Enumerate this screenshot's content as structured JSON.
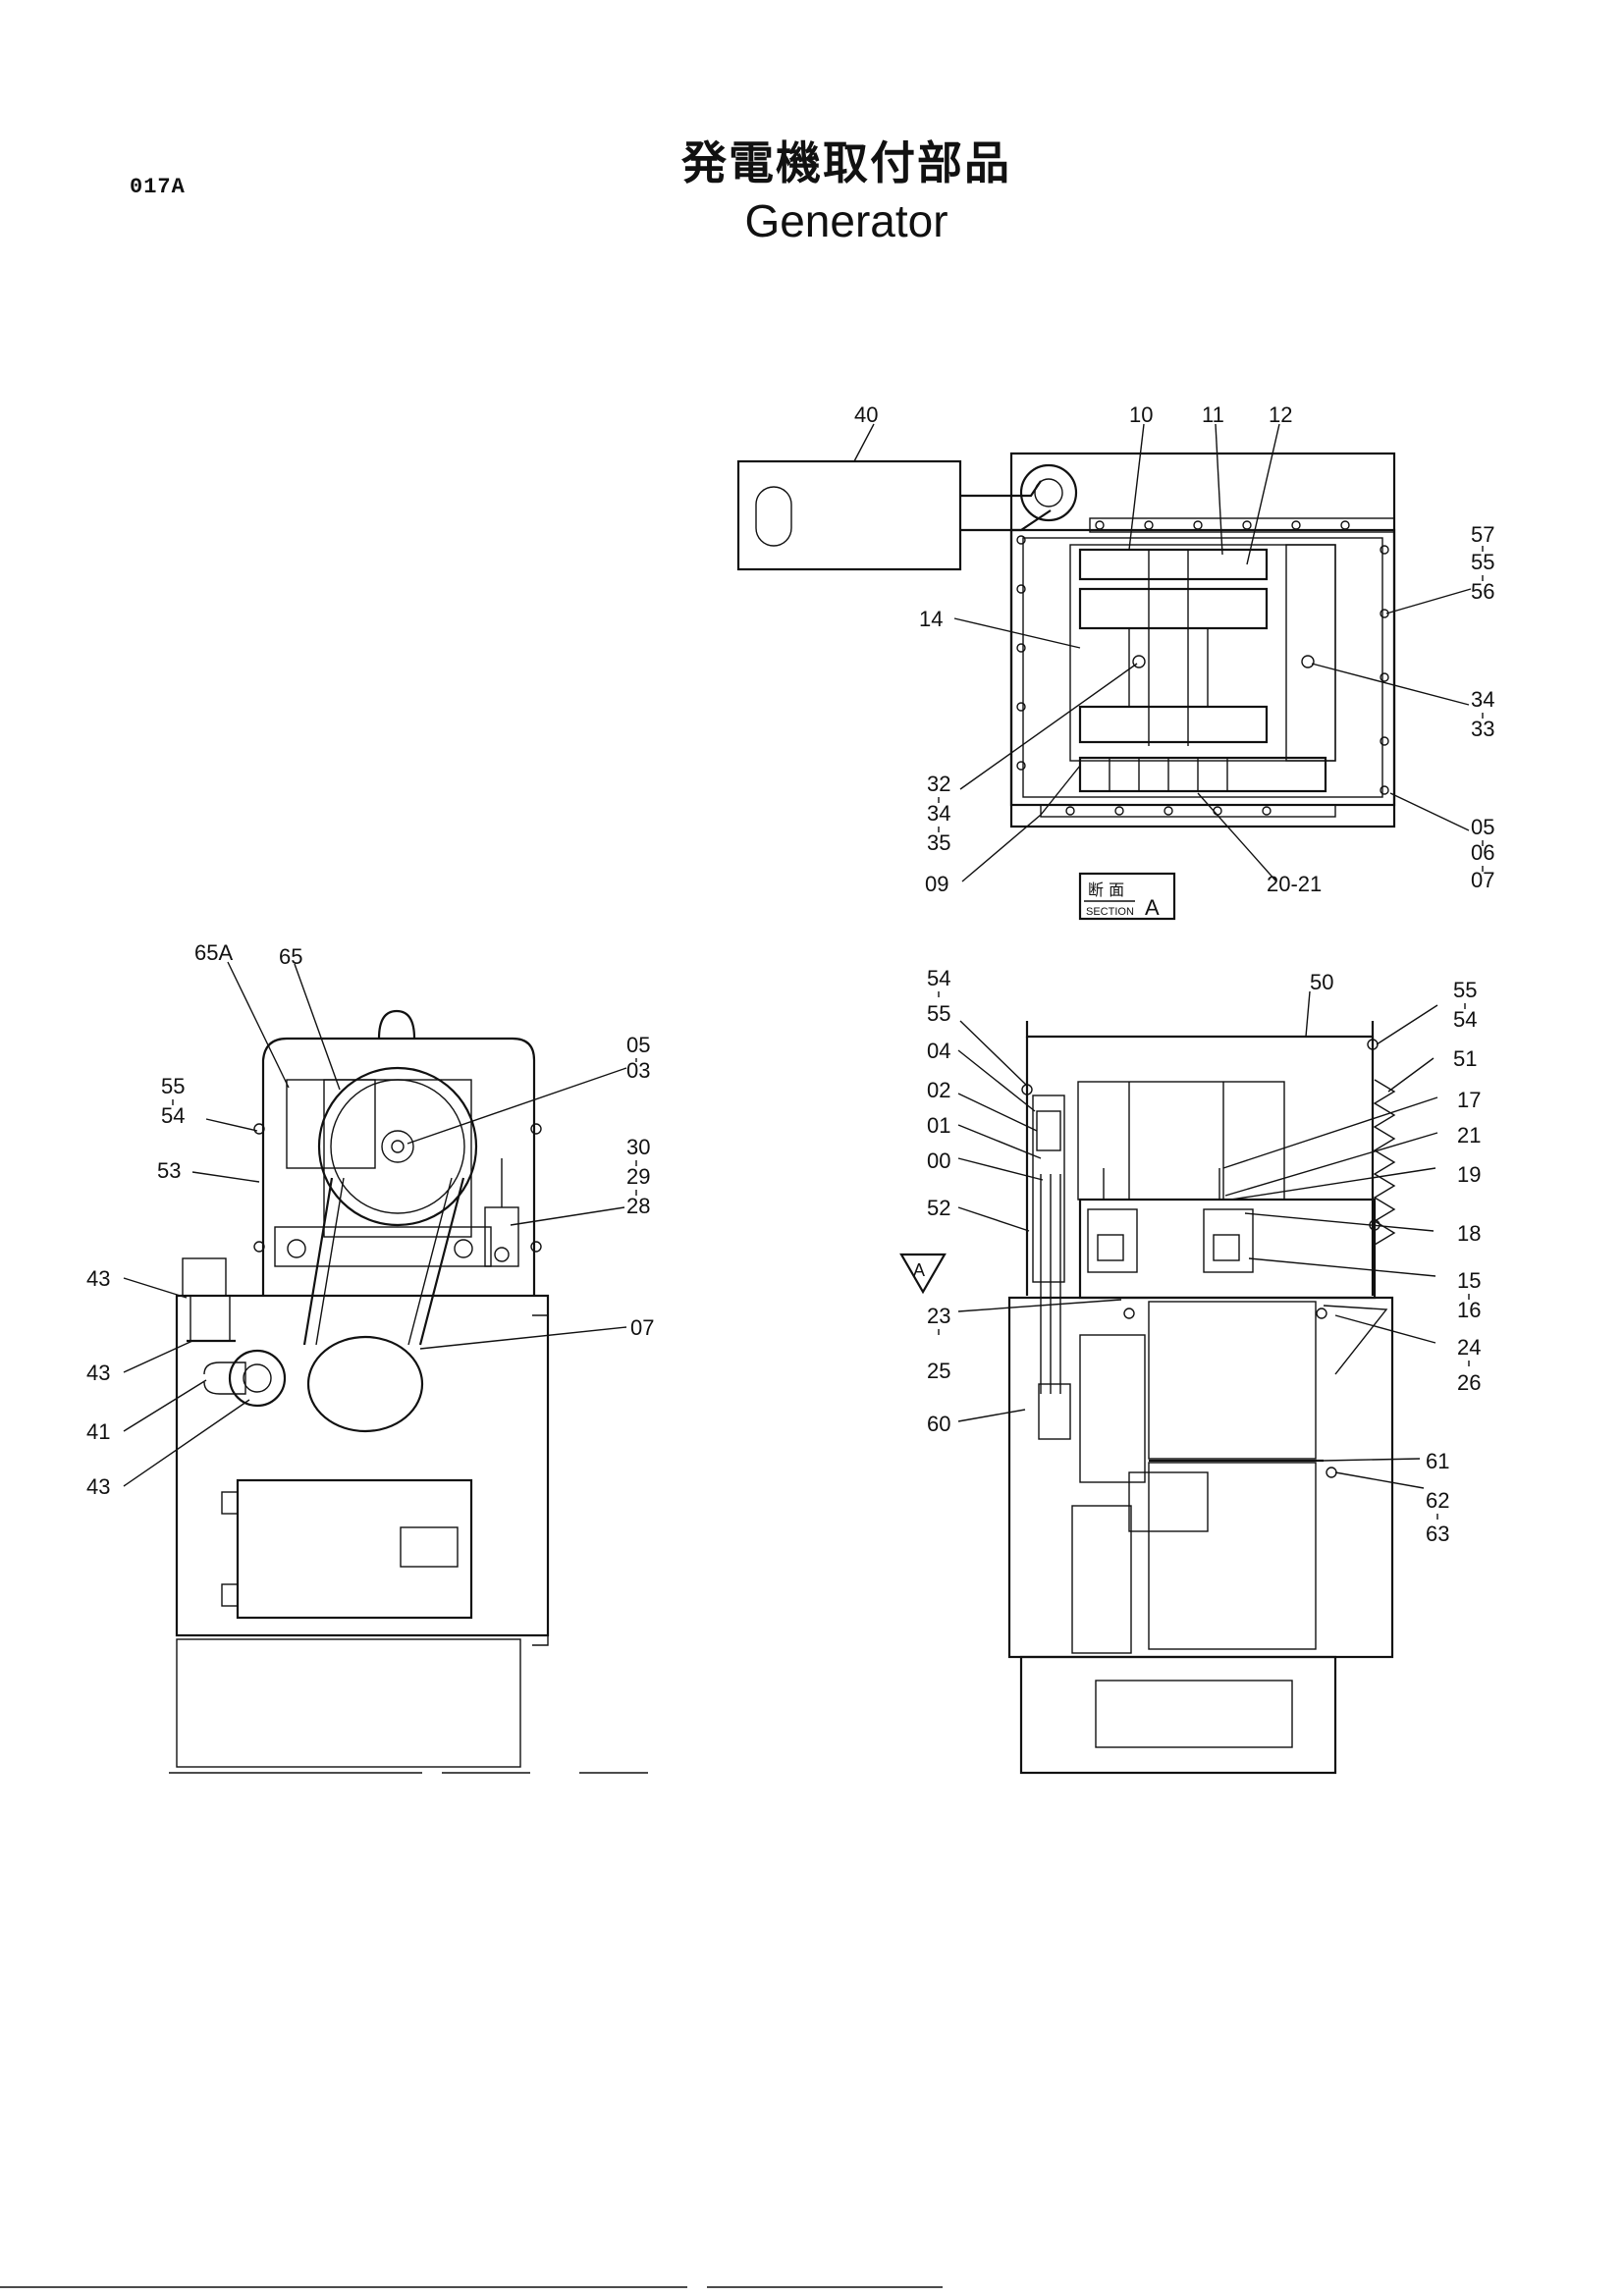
{
  "page_code": "017A",
  "title_jp": "発電機取付部品",
  "title_en": "Generator",
  "section_tag": {
    "kanji": "断 面",
    "text": "SECTION",
    "letter": "A"
  },
  "view_arrow_letter": "A",
  "labels": {
    "top": [
      "40",
      "10",
      "11",
      "12",
      "57",
      "55",
      "56",
      "14",
      "34",
      "33",
      "32",
      "34",
      "35",
      "05",
      "06",
      "07",
      "09",
      "20-21"
    ],
    "left": [
      "65A",
      "65",
      "05",
      "03",
      "55",
      "54",
      "53",
      "30",
      "29",
      "28",
      "43",
      "43",
      "41",
      "43",
      "07"
    ],
    "right": [
      "54",
      "55",
      "50",
      "55",
      "54",
      "51",
      "04",
      "02",
      "01",
      "00",
      "17",
      "21",
      "19",
      "52",
      "18",
      "15",
      "16",
      "23",
      "25",
      "24",
      "26",
      "60",
      "61",
      "62",
      "63"
    ]
  }
}
